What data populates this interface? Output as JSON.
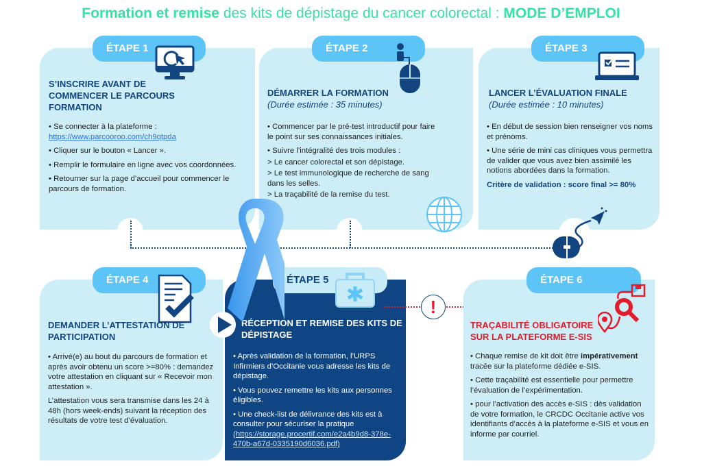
{
  "title": {
    "bold": "Formation et remise",
    "regular": " des kits de dépistage du cancer colorectal : ",
    "caps": "MODE D’EMPLOI"
  },
  "steps": [
    {
      "tab": "ÉTAPE 1",
      "heading": "S’INSCRIRE AVANT DE COMMENCER LE PARCOURS FORMATION",
      "items": [
        "• Se connecter à la plateforme :",
        "• Cliquer sur le bouton « Lancer ».",
        "• Remplir le formulaire en ligne avec vos coordonnées.",
        "• Retourner sur la page d’accueil pour commencer le parcours de formation."
      ],
      "link": "https://www.parcooroo.com/ch9qtpda"
    },
    {
      "tab": "ÉTAPE 2",
      "heading": "DÉMARRER LA FORMATION",
      "duration": "(Durée estimée : 35 minutes)",
      "items": [
        "• Commencer par le pré-test introductif pour faire le point sur ses connaissances initiales.",
        "• Suivre l’intégralité des trois modules :",
        "> Le cancer colorectal et son dépistage.",
        "> Le test immunologique de recherche de sang dans les selles.",
        "> La traçabilité de la remise du test."
      ]
    },
    {
      "tab": "ÉTAPE 3",
      "heading": "LANCER L’ÉVALUATION FINALE",
      "duration": "(Durée estimée : 10 minutes)",
      "items": [
        "• En début de session bien renseigner vos noms et prénoms.",
        "• Une série de mini cas cliniques vous permettra de valider que vous avez bien assimilé les notions abordées dans la formation."
      ],
      "criterion": "Critère de validation : score final >= 80%"
    },
    {
      "tab": "ÉTAPE 4",
      "heading": "DEMANDER L’ATTESTATION DE PARTICIPATION",
      "items": [
        "• Arrivé(e) au bout du parcours de formation et après avoir obtenu un score >=80% : demandez votre attestation en cliquant sur « Recevoir mon attestation ».",
        "L’attestation vous sera transmise dans les 24 à 48h (hors week-ends) suivant la réception des résultats de votre test d’évaluation."
      ]
    },
    {
      "tab": "ÉTAPE 5",
      "heading": "RÉCEPTION ET REMISE DES KITS DE DÉPISTAGE",
      "items": [
        "• Après validation de la formation, l’URPS Infirmiers d’Occitanie vous adresse les kits de dépistage.",
        "• Vous pouvez remettre les kits aux personnes éligibles.",
        "• Une check-list de délivrance des kits est à consulter pour sécuriser la pratique"
      ],
      "link": "(https://storage.procertif.com/e2a4b9d8-378e-470b-a67d-0335190d6036.pdf)"
    },
    {
      "tab": "ÉTAPE 6",
      "heading": "TRAÇABILITÉ OBLIGATOIRE SUR LA PLATEFORME E-SIS",
      "item1_pre": "• Chaque remise de kit doit être ",
      "item1_bold": "impérativement",
      "item1_post": " tracée sur la plateforme dédiée e-SIS.",
      "items": [
        "• Cette traçabilité est essentielle pour permettre l’évaluation de l’expérimentation.",
        "• pour l’activation des accès e-SIS : dès validation de votre formation, le CRCDC Occitanie active vos identifiants d’accès à la plateforme e-SIS et vous en informe par courriel."
      ]
    }
  ],
  "colors": {
    "accent": "#34e3a4",
    "navy": "#0f4582",
    "card": "#cdeef7",
    "tab": "#5cc4f6",
    "alert": "#e31b2c"
  }
}
